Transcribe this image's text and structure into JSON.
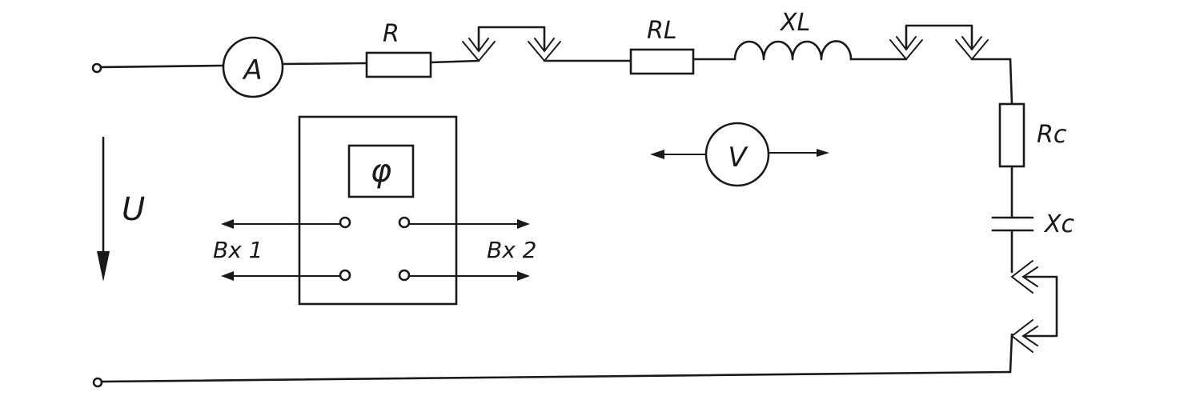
{
  "labels": {
    "ammeter": "A",
    "resistor_r": "R",
    "resistor_rl": "RL",
    "inductor_xl": "XL",
    "resistor_rc": "Rc",
    "capacitor_xc": "Xc",
    "voltage": "U",
    "voltmeter": "V",
    "phase_meter": "φ",
    "input_1": "Bx 1",
    "input_2": "Bx 2"
  }
}
